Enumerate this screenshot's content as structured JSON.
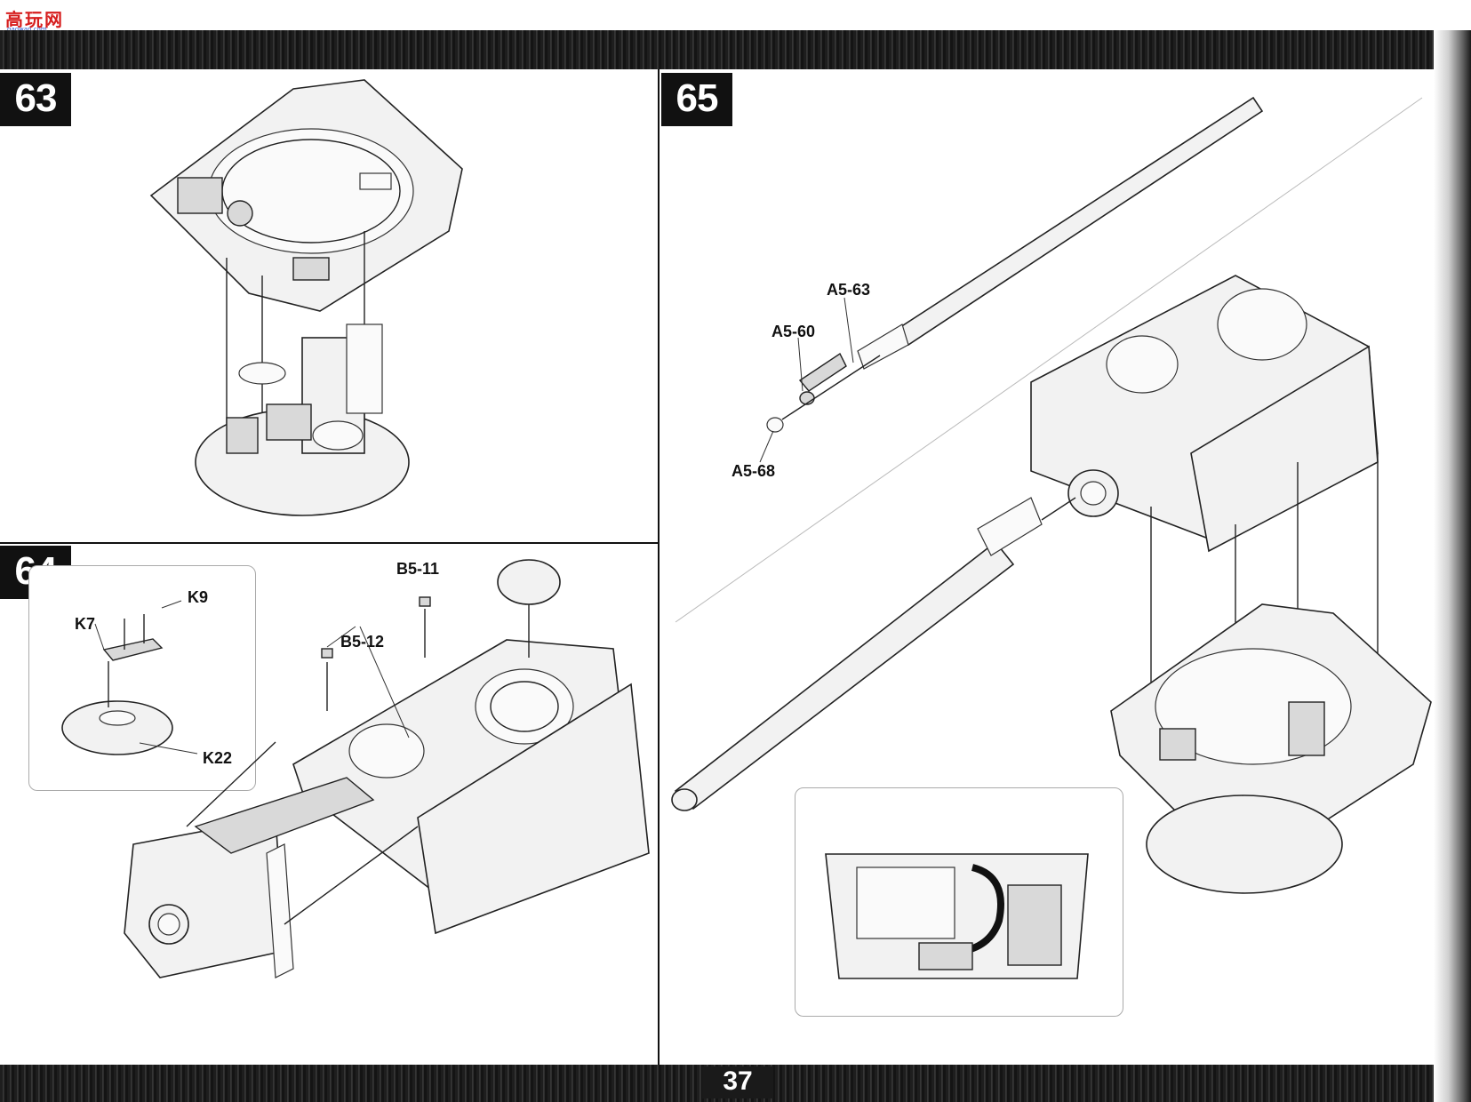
{
  "header": {
    "site_logo_main": "高玩网",
    "site_logo_sub": "gaowan.com"
  },
  "steps": [
    {
      "number": "63"
    },
    {
      "number": "64",
      "parts": [
        "K9",
        "K7",
        "K22",
        "B5-11",
        "B5-12"
      ]
    },
    {
      "number": "65",
      "parts": [
        "A5-63",
        "A5-60",
        "A5-68"
      ]
    }
  ],
  "footer": {
    "page_number": "37"
  },
  "colors": {
    "band": "#1e1e1e",
    "ink": "#111111",
    "part_fill": "#f2f2f2",
    "logo_red": "#d61d1d",
    "logo_blue": "#2a5bd1"
  }
}
